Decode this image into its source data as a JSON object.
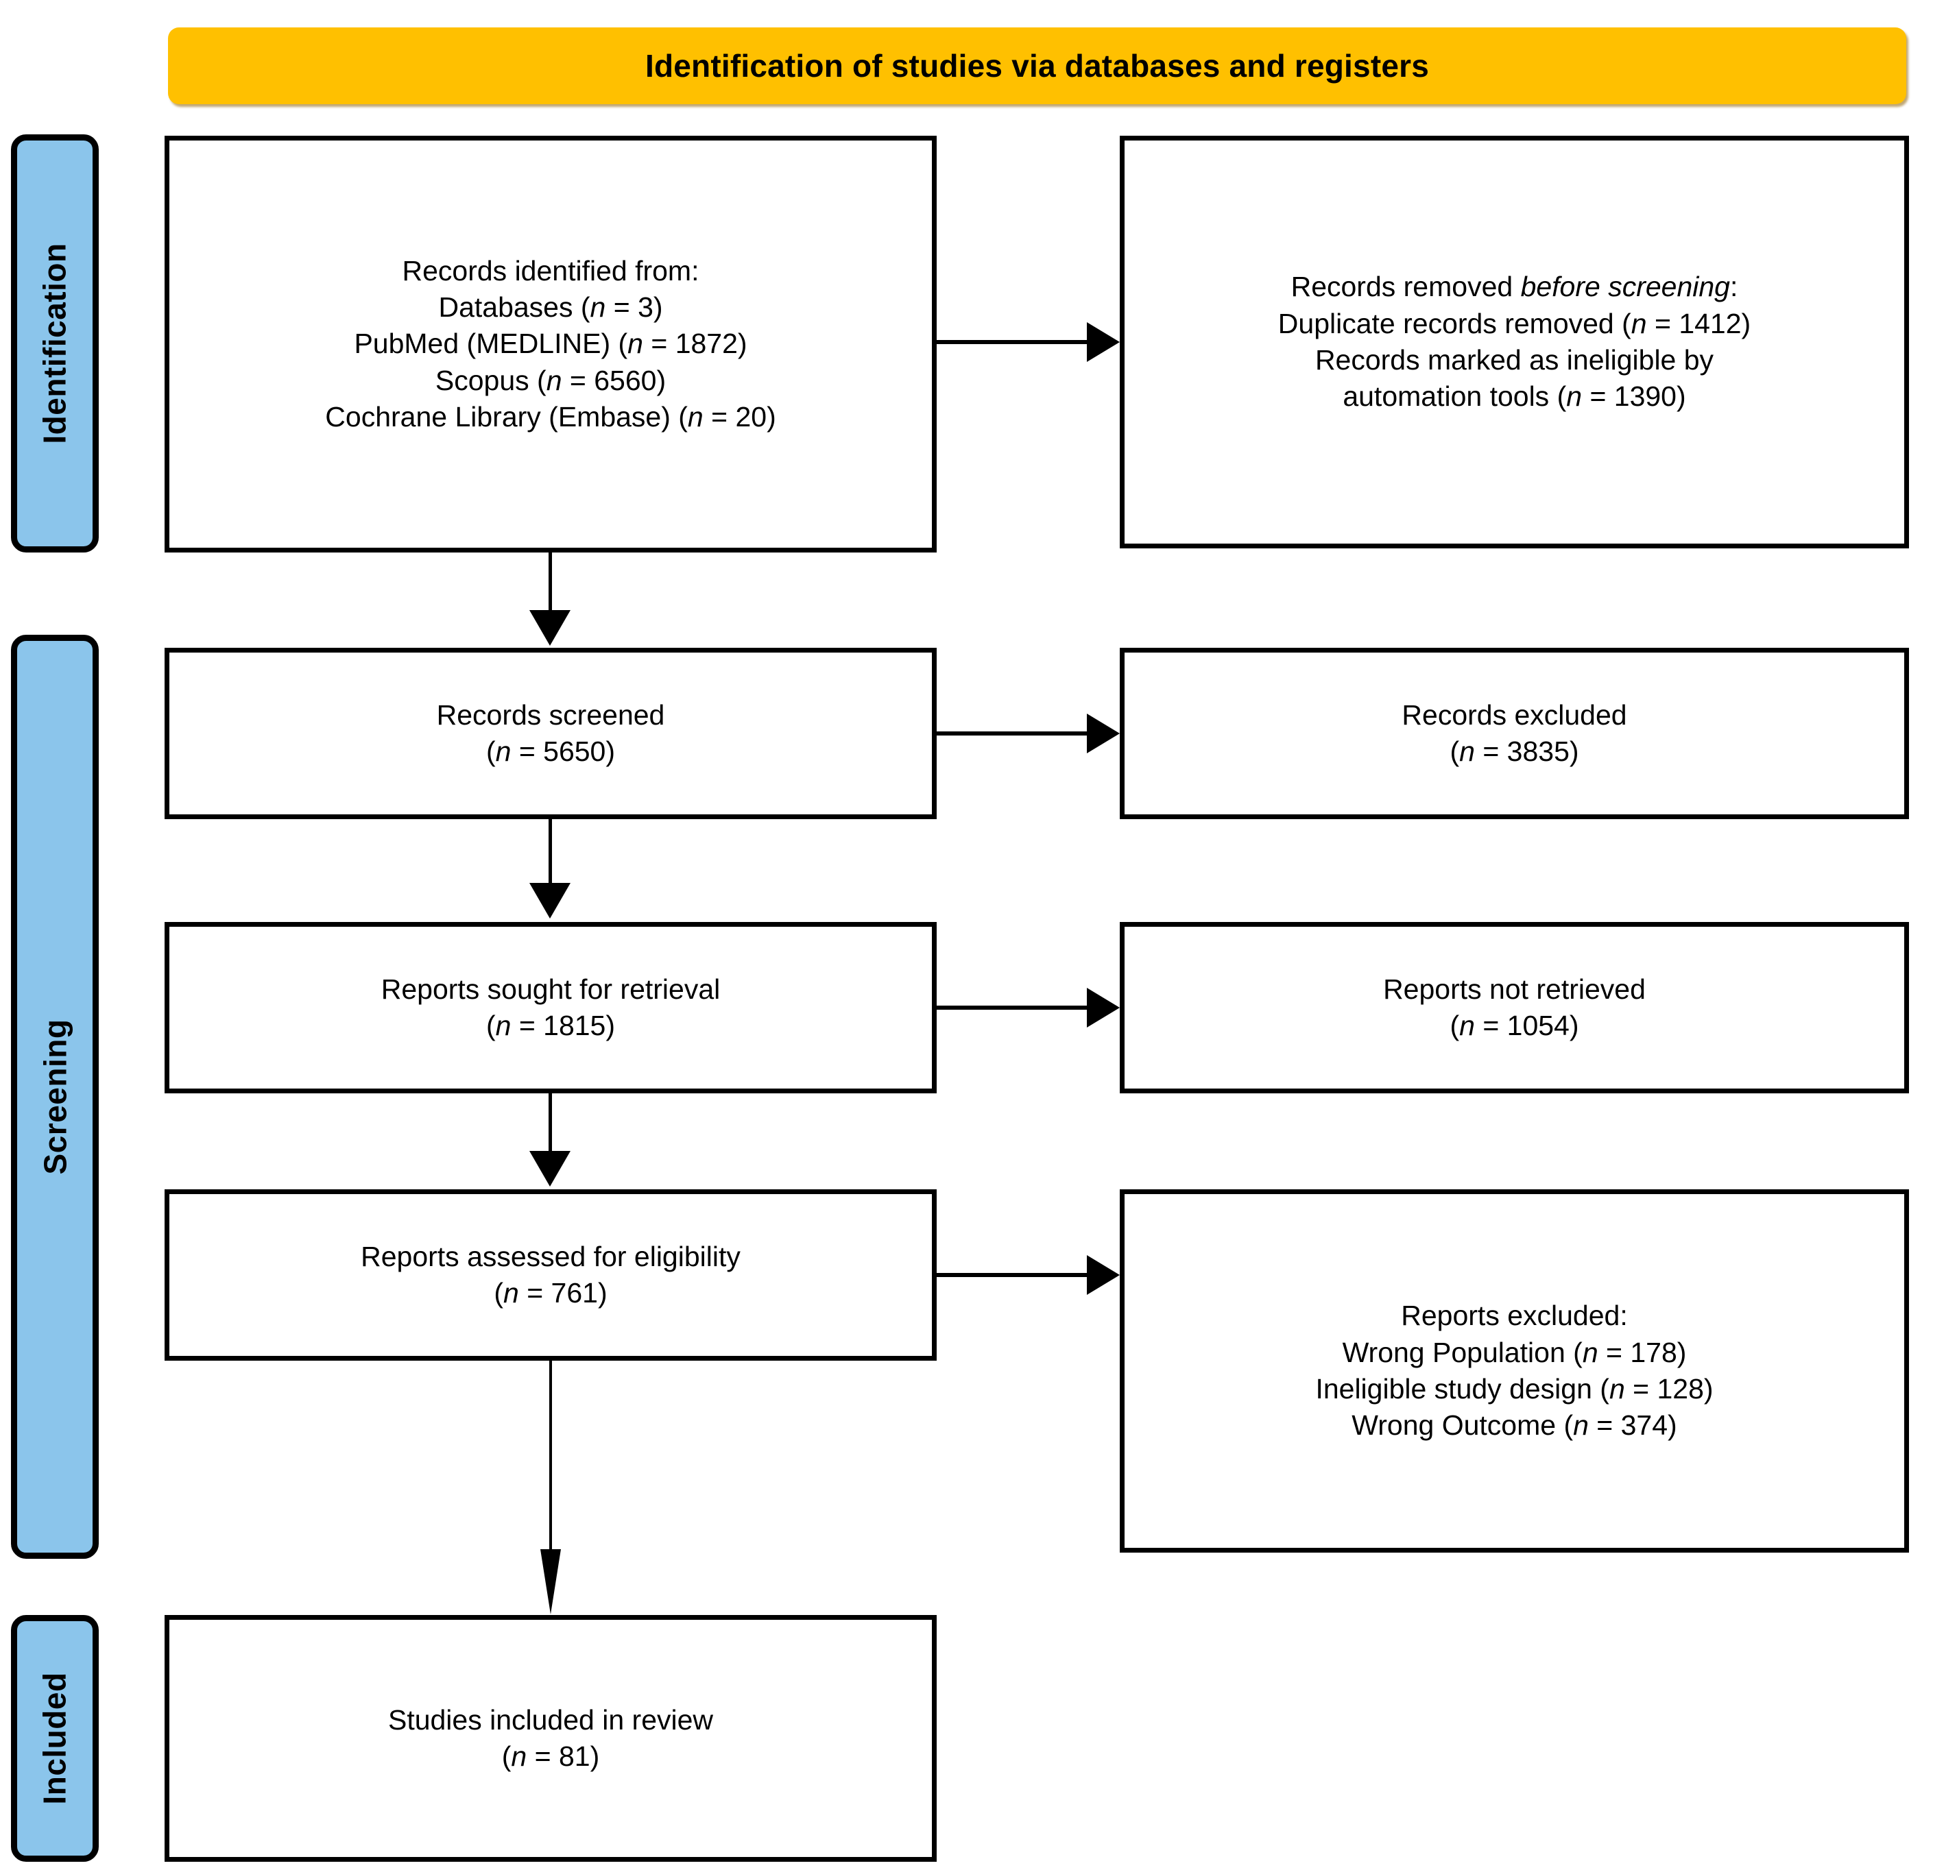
{
  "diagram": {
    "title": "Identification of studies via databases and registers",
    "stages": [
      {
        "id": "identification",
        "label": "Identification"
      },
      {
        "id": "screening",
        "label": "Screening"
      },
      {
        "id": "included",
        "label": "Included"
      }
    ],
    "colors": {
      "banner": "#FFC000",
      "stage_label": "#8BC5EB",
      "border": "#000000",
      "box_fill": "#FFFFFF"
    },
    "boxes": {
      "identified": {
        "name": "Records identified from",
        "lines": [
          "Records identified from:",
          "Databases (<em>n</em> = 3)",
          "PubMed (MEDLINE) (<em>n</em> = 1872)",
          "Scopus (<em>n</em> = 6560)",
          "Cochrane Library (Embase) (<em>n</em> = 20)"
        ]
      },
      "removed": {
        "name": "Records removed before screening",
        "lines": [
          "Records removed <em>before screening</em>:",
          "Duplicate records removed (<em>n</em> = 1412)",
          "Records marked as ineligible by",
          "automation tools (<em>n</em> = 1390)"
        ]
      },
      "screened": {
        "name": "Records screened",
        "lines": [
          "Records screened",
          "(<em>n</em> = 5650)"
        ]
      },
      "excluded_records": {
        "name": "Records excluded",
        "lines": [
          "Records excluded",
          "(<em>n</em> = 3835)"
        ]
      },
      "sought": {
        "name": "Reports sought for retrieval",
        "lines": [
          "Reports sought for retrieval",
          "(<em>n</em> = 1815)"
        ]
      },
      "not_retrieved": {
        "name": "Reports not retrieved",
        "lines": [
          "Reports not retrieved",
          "(<em>n</em> = 1054)"
        ]
      },
      "assessed": {
        "name": "Reports assessed for eligibility",
        "lines": [
          "Reports assessed for eligibility",
          "(<em>n</em> = 761)"
        ]
      },
      "excluded_reports": {
        "name": "Reports excluded",
        "lines": [
          "Reports excluded:",
          "Wrong Population (<em>n</em> = 178)",
          "Ineligible study design (<em>n</em> = 128)",
          "Wrong Outcome (<em>n</em> = 374)"
        ]
      },
      "included": {
        "name": "Studies included in review",
        "lines": [
          "Studies included in review",
          "(<em>n</em> = 81)"
        ]
      }
    },
    "counts": {
      "databases": 3,
      "pubmed_medline": 1872,
      "scopus": 6560,
      "cochrane_library_embase": 20,
      "duplicate_records_removed": 1412,
      "marked_ineligible_automation": 1390,
      "records_screened": 5650,
      "records_excluded": 3835,
      "reports_sought": 1815,
      "reports_not_retrieved": 1054,
      "reports_assessed": 761,
      "wrong_population": 178,
      "ineligible_study_design": 128,
      "wrong_outcome": 374,
      "studies_included": 81
    },
    "connectors": [
      {
        "name": "identified-to-removed",
        "from": "identified",
        "to": "removed",
        "direction": "right"
      },
      {
        "name": "identified-to-screened",
        "from": "identified",
        "to": "screened",
        "direction": "down"
      },
      {
        "name": "screened-to-excluded",
        "from": "screened",
        "to": "excluded_records",
        "direction": "right"
      },
      {
        "name": "screened-to-sought",
        "from": "screened",
        "to": "sought",
        "direction": "down"
      },
      {
        "name": "sought-to-notretrieved",
        "from": "sought",
        "to": "not_retrieved",
        "direction": "right"
      },
      {
        "name": "sought-to-assessed",
        "from": "sought",
        "to": "assessed",
        "direction": "down"
      },
      {
        "name": "assessed-to-excluded",
        "from": "assessed",
        "to": "excluded_reports",
        "direction": "right"
      },
      {
        "name": "assessed-to-included",
        "from": "assessed",
        "to": "included",
        "direction": "down"
      }
    ]
  }
}
